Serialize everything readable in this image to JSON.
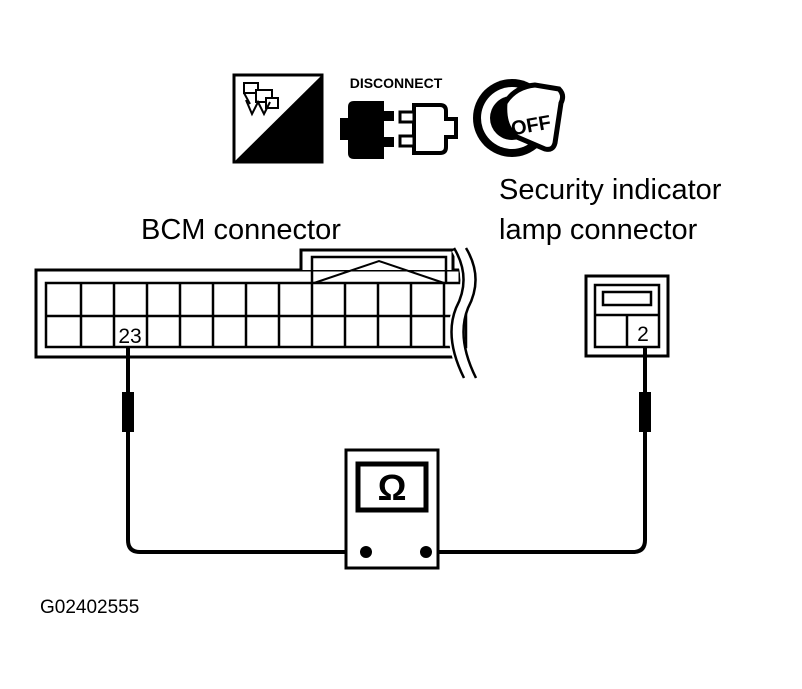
{
  "icons": {
    "harness_label": "H.S.",
    "disconnect_label": "DISCONNECT",
    "ignition_label": "OFF"
  },
  "labels": {
    "bcm_connector": "BCM connector",
    "security_line1": "Security indicator",
    "security_line2": "lamp connector",
    "bcm_terminal": "23",
    "lamp_terminal": "2",
    "figure_id": "G02402555"
  },
  "meter": {
    "symbol": "Ω"
  }
}
